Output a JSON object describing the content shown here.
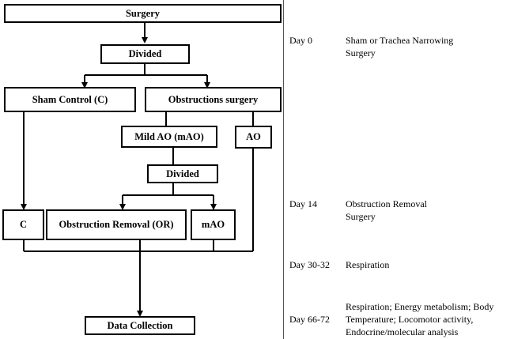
{
  "flowchart": {
    "boxes": {
      "surgery": "Surgery",
      "divided_top": "Divided",
      "sham_control": "Sham Control (C)",
      "obstructions_surgery": "Obstructions surgery",
      "mild_ao": "Mild AO (mAO)",
      "ao": "AO",
      "divided_mid": "Divided",
      "c": "C",
      "obstruction_removal": "Obstruction Removal (OR)",
      "mao": "mAO",
      "data_collection": "Data Collection"
    }
  },
  "timeline": [
    {
      "day": "Day 0",
      "event_lines": [
        "Sham or Trachea Narrowing",
        "Surgery"
      ]
    },
    {
      "day": "Day 14",
      "event_lines": [
        "Obstruction Removal",
        "Surgery"
      ]
    },
    {
      "day": "Day 30-32",
      "event_lines": [
        "Respiration"
      ]
    },
    {
      "day": "Day 66-72",
      "event_lines": [
        "Respiration; Energy metabolism; Body",
        "Temperature; Locomotor activity,",
        "Endocrine/molecular analysis"
      ]
    }
  ]
}
